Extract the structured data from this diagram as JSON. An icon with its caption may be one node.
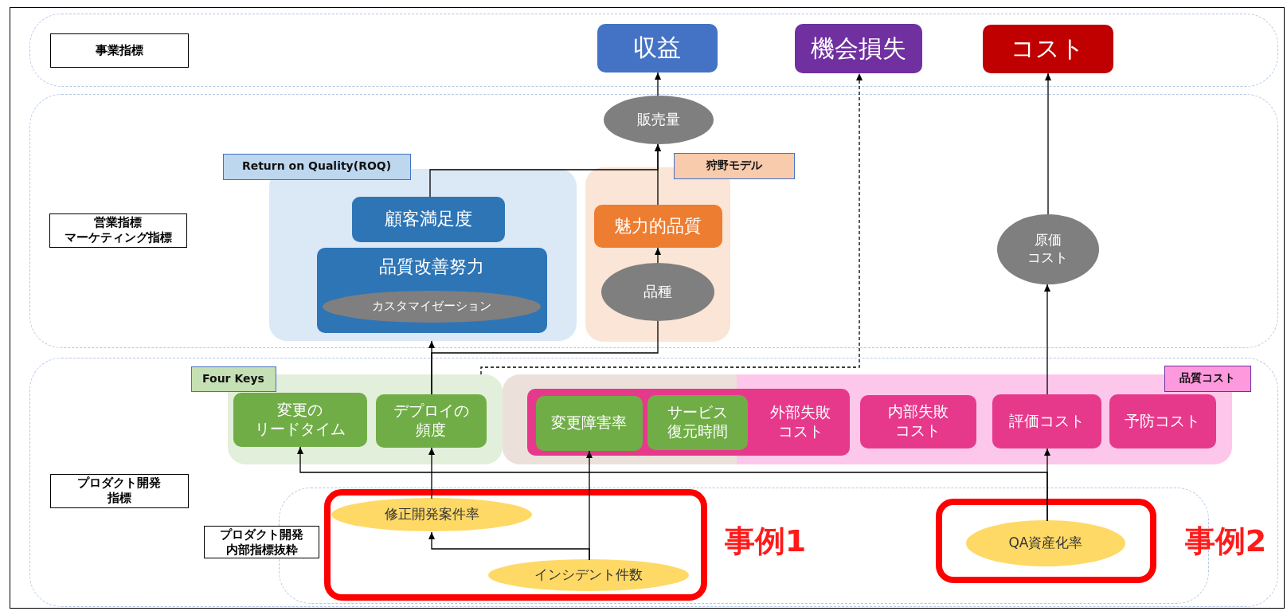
{
  "diagram": {
    "nodes": [
      {
        "text": [
          "事業指標"
        ]
      },
      {
        "text": [
          "収益"
        ],
        "in": 0
      },
      {
        "text": [
          "機会損失"
        ],
        "in": 0
      },
      {
        "text": [
          "コスト"
        ],
        "in": 0
      },
      {
        "text": [
          "営業指標マーケティング指標"
        ]
      },
      {
        "text": [
          "販売量"
        ],
        "in": 4
      },
      {
        "text": [
          "Return on Quality(ROQ)"
        ],
        "in": 4
      },
      {
        "text": [
          "顧客満足度"
        ],
        "in": 6
      },
      {
        "text": [
          "品質改善努力"
        ],
        "in": 6
      },
      {
        "text": [
          "カスタマイゼーション"
        ],
        "in": 8
      },
      {
        "text": [
          "狩野モデル"
        ],
        "in": 4
      },
      {
        "text": [
          "魅力的品質"
        ],
        "in": 10
      },
      {
        "text": [
          "品種"
        ],
        "in": 10
      },
      {
        "text": [
          "原価コスト"
        ],
        "in": 4
      },
      {
        "text": [
          "プロダクト開発指標"
        ]
      },
      {
        "text": [
          "Four Keys"
        ],
        "in": 14
      },
      {
        "text": [
          "変更のリードタイム"
        ],
        "in": 15
      },
      {
        "text": [
          "デプロイの頻度"
        ],
        "in": 15
      },
      {
        "text": [
          "品質コスト"
        ],
        "in": 14
      },
      {
        "text": [
          "外部失敗コスト"
        ],
        "in": 18
      },
      {
        "text": [
          "変更障害率"
        ],
        "in": 19
      },
      {
        "text": [
          "サービス復元時間"
        ],
        "in": 19
      },
      {
        "text": [
          "内部失敗コスト"
        ],
        "in": 18
      },
      {
        "text": [
          "評価コスト"
        ],
        "in": 18
      },
      {
        "text": [
          "予防コスト"
        ],
        "in": 18
      },
      {
        "text": [
          "プロダクト開発内部指標抜粋"
        ],
        "in": 14
      },
      {
        "text": [
          "事例1"
        ],
        "in": 25
      },
      {
        "text": [
          "修正開発案件率"
        ],
        "in": 26
      },
      {
        "text": [
          "インシデント件数"
        ],
        "in": 26
      },
      {
        "text": [
          "事例2"
        ],
        "in": 25
      },
      {
        "text": [
          "QA資産化率"
        ],
        "in": 29
      }
    ],
    "edges": [
      {
        "from": 5,
        "to": 1,
        "arrow": "to"
      },
      {
        "from": 7,
        "to": 5,
        "arrow": "to"
      },
      {
        "from": 11,
        "to": 5,
        "arrow": "to"
      },
      {
        "from": 12,
        "to": 11,
        "arrow": "to"
      },
      {
        "from": 13,
        "to": 3,
        "arrow": "to"
      },
      {
        "from": 17,
        "to": 6,
        "arrow": "to"
      },
      {
        "from": 17,
        "to": 12,
        "arrow": "none"
      },
      {
        "from": 15,
        "to": 2,
        "arrow": "to",
        "style": "dashed"
      },
      {
        "from": 23,
        "to": 13,
        "arrow": "to"
      },
      {
        "from": 27,
        "to": 17,
        "arrow": "to"
      },
      {
        "from": 28,
        "to": 20,
        "arrow": "to"
      },
      {
        "from": 28,
        "to": 27,
        "arrow": "to"
      },
      {
        "from": 30,
        "to": 23,
        "arrow": "to"
      },
      {
        "from": 30,
        "to": 16,
        "arrow": "to"
      }
    ]
  }
}
